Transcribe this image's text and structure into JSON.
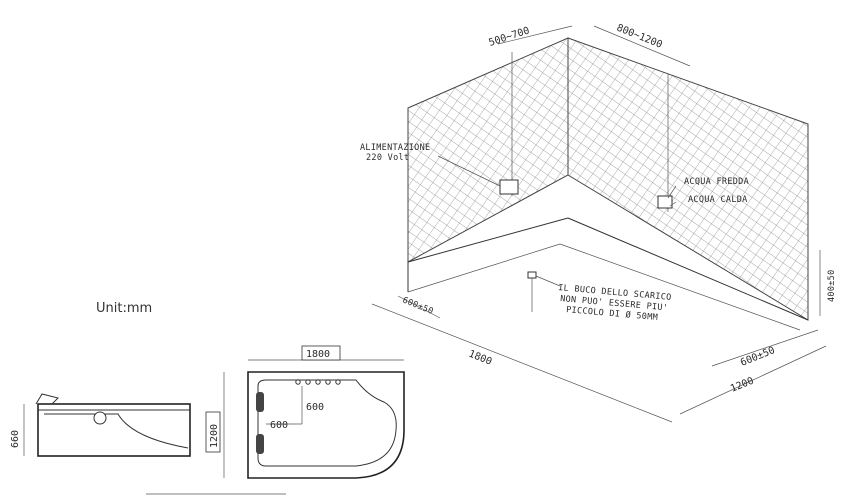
{
  "unit_label": "Unit:mm",
  "wall_diagram": {
    "dim_top_left": "500~700",
    "dim_top_right": "800~1200",
    "power_label_line1": "ALIMENTAZIONE",
    "power_label_line2": "220 Volt",
    "cold_water_label": "ACQUA FREDDA",
    "hot_water_label": "ACQUA CALDA",
    "drain_note_line1": "IL BUCO DELLO SCARICO",
    "drain_note_line2": "NON PUO' ESSERE PIU'",
    "drain_note_line3": "PICCOLO DI Ø 50MM",
    "dim_drain_offset": "600±50",
    "dim_length": "1800",
    "dim_width": "1200",
    "dim_drain_depth": "600±50",
    "dim_wall_height": "400±50"
  },
  "side_view": {
    "dim_height": "660"
  },
  "top_view": {
    "dim_length": "1800",
    "dim_width": "1200",
    "dim_inner_a": "600",
    "dim_inner_b": "600"
  }
}
